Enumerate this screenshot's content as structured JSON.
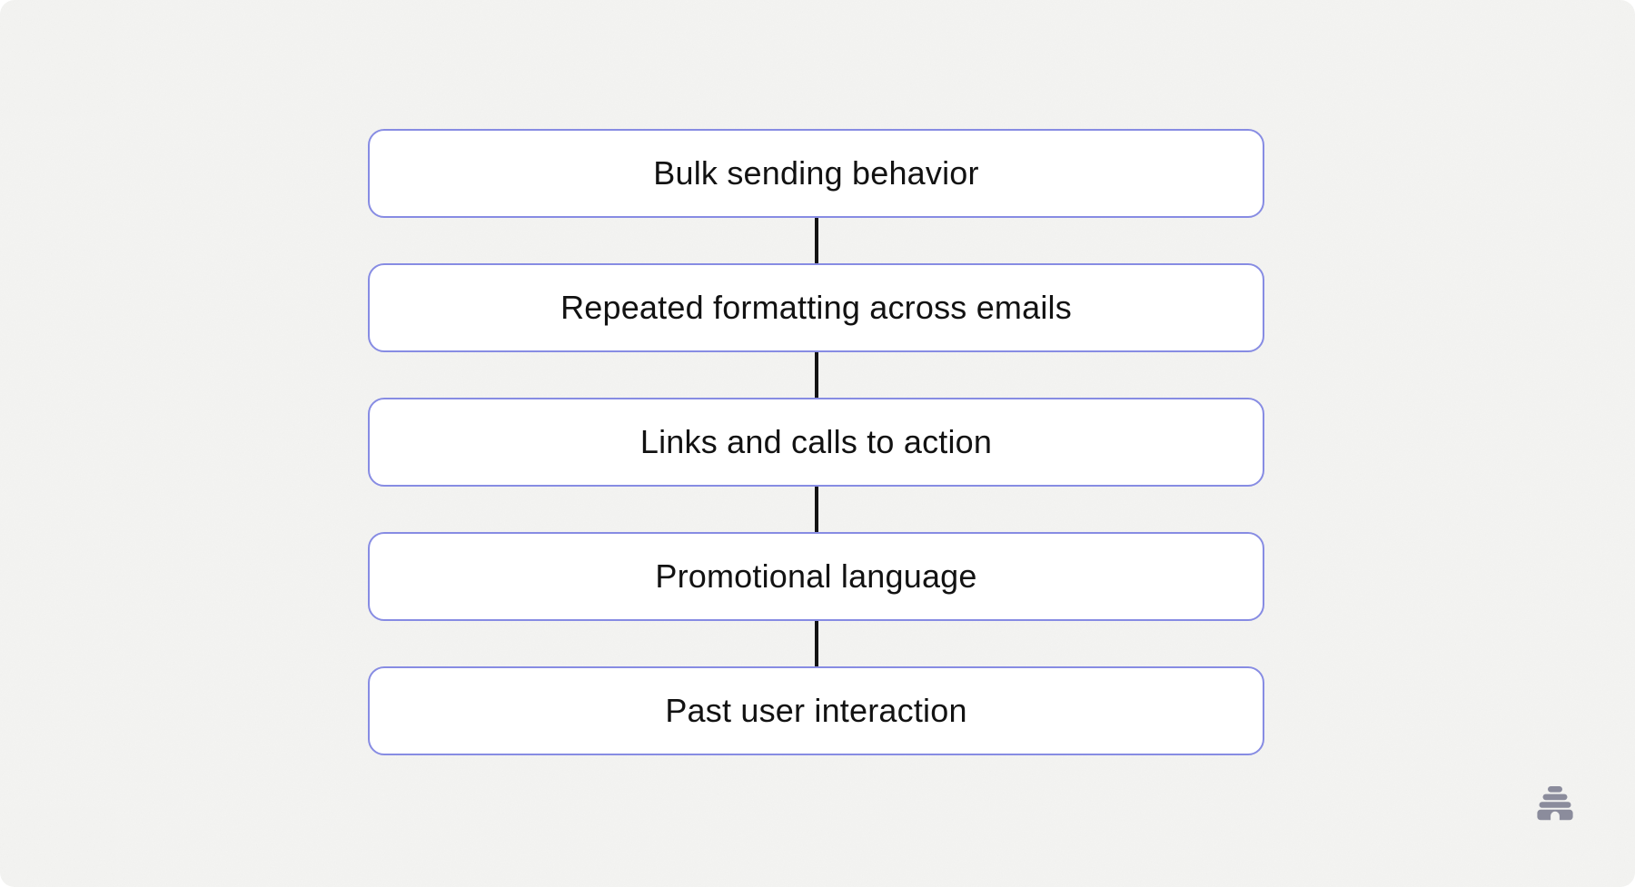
{
  "diagram": {
    "type": "vertical-flow",
    "items": [
      {
        "label": "Bulk sending behavior"
      },
      {
        "label": "Repeated formatting across emails"
      },
      {
        "label": "Links and calls to action"
      },
      {
        "label": "Promotional language"
      },
      {
        "label": "Past user interaction"
      }
    ]
  },
  "branding": {
    "logo_icon": "beehive-icon"
  },
  "colors": {
    "canvas_background": "#f4f4f2",
    "box_fill": "#ffffff",
    "box_border": "#878ce3",
    "connector": "#131313",
    "text": "#121212",
    "logo": "#8b8c9c"
  }
}
